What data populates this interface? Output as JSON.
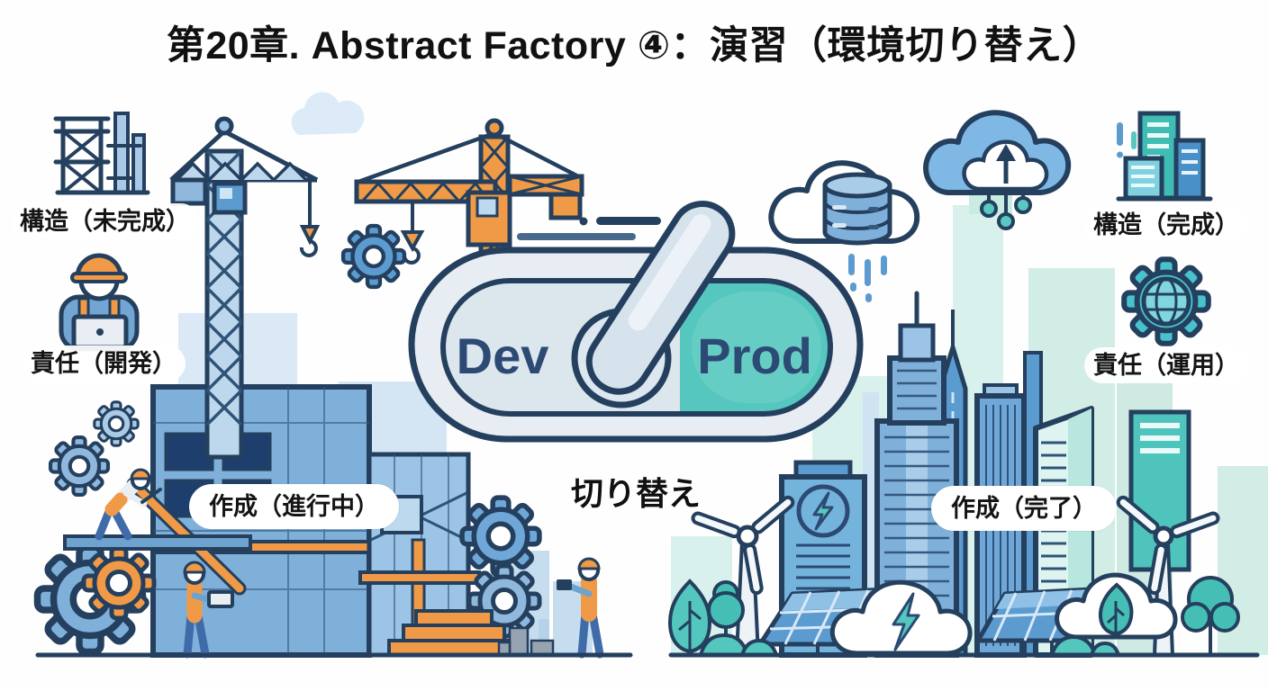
{
  "title": "第20章. Abstract Factory ④：演習（環境切り替え）",
  "toggle": {
    "left_label": "Dev",
    "right_label": "Prod",
    "caption": "切り替え",
    "state": "Prod"
  },
  "dev_side": {
    "structure_label": "構造（未完成）",
    "responsibility_label": "責任（開発）",
    "creation_label": "作成（進行中）"
  },
  "prod_side": {
    "structure_label": "構造（完成）",
    "responsibility_label": "責任（運用）",
    "creation_label": "作成（完了）"
  },
  "icons": {
    "dev_side": [
      "scaffold-icon",
      "tower-crane-blue-icon",
      "tower-crane-orange-icon",
      "worker-laptop-icon",
      "gears-icon",
      "building-under-construction-icon",
      "steel-beams-icon"
    ],
    "prod_side": [
      "cloud-database-icon",
      "cloud-upload-icon",
      "city-buildings-icon",
      "gear-globe-icon",
      "skyline-icon",
      "battery-building-icon",
      "wind-turbine-icon",
      "solar-panel-icon",
      "cloud-lightning-icon",
      "cloud-leaf-icon",
      "tree-icon"
    ]
  },
  "colors": {
    "outline_navy": "#24405e",
    "dev_fill": "#dce6ed",
    "prod_fill": "#55c7bf",
    "construction_blue": "#7fb0da",
    "construction_orange": "#f09a47",
    "city_teal": "#45bfb5",
    "pale_blue_bg": "#dbe9f6",
    "pale_mint_bg": "#d9f1ec",
    "label_text": "#141414"
  }
}
